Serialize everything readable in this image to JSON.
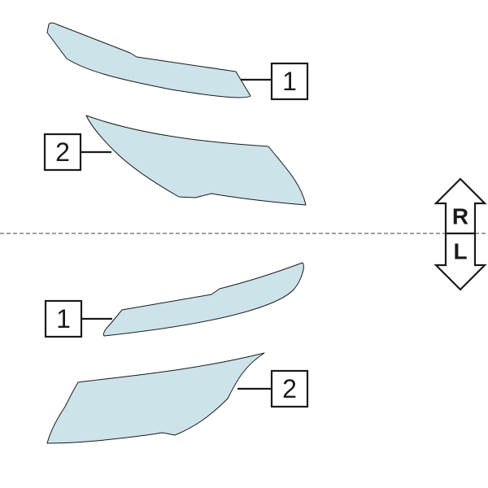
{
  "colors": {
    "film_fill": "#cde3ea",
    "outline": "#1a1a1a",
    "center_line": "#666666"
  },
  "parts": {
    "right_film_1": {
      "callout": "1"
    },
    "right_film_2": {
      "callout": "2"
    },
    "left_film_1": {
      "callout": "1"
    },
    "left_film_2": {
      "callout": "2"
    }
  },
  "side_indicator": {
    "top_label": "R",
    "bottom_label": "L",
    "icon": "double-arrow-icon"
  }
}
